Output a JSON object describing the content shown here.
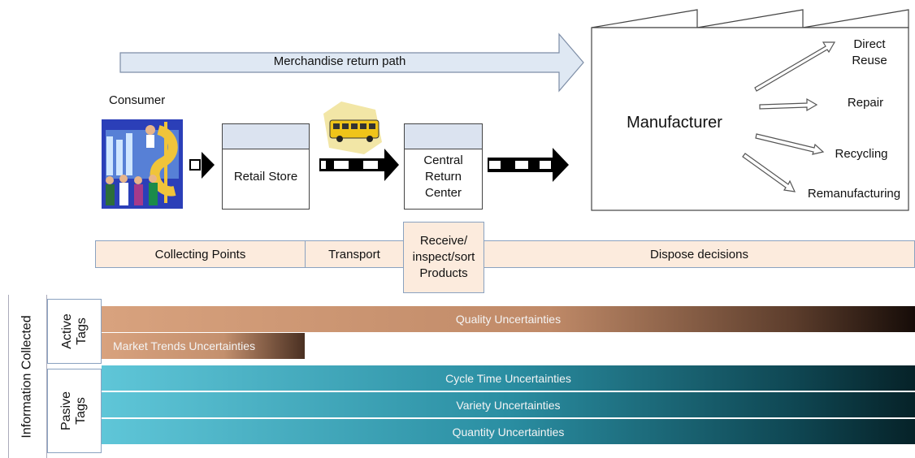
{
  "top_arrow": {
    "label": "Merchandise return path"
  },
  "consumer": {
    "label": "Consumer"
  },
  "retail_store": {
    "label": "Retail Store"
  },
  "central": {
    "label": "Central\nReturn\nCenter"
  },
  "manufacturer": {
    "label": "Manufacturer",
    "outcomes": [
      "Direct\nReuse",
      "Repair",
      "Recycling",
      "Remanufacturing"
    ]
  },
  "phases": {
    "collecting": "Collecting Points",
    "transport": "Transport",
    "receive": "Receive/\ninspect/sort\nProducts",
    "dispose": "Dispose decisions"
  },
  "side": {
    "info": "Information Collected",
    "active": "Active\nTags",
    "passive": "Pasive\nTags"
  },
  "bands": {
    "quality": "Quality Uncertainties",
    "market": "Market Trends Uncertainties",
    "cycle": "Cycle Time Uncertainties",
    "variety": "Variety Uncertainties",
    "quantity": "Quantity Uncertainties"
  },
  "colors": {
    "box_header": "#dbe3f0",
    "phase_fill": "#fcebdd",
    "teal_band": "#2a8ea2",
    "tan_band": "#c08a68",
    "arrow_fill": "#dfe8f3"
  }
}
